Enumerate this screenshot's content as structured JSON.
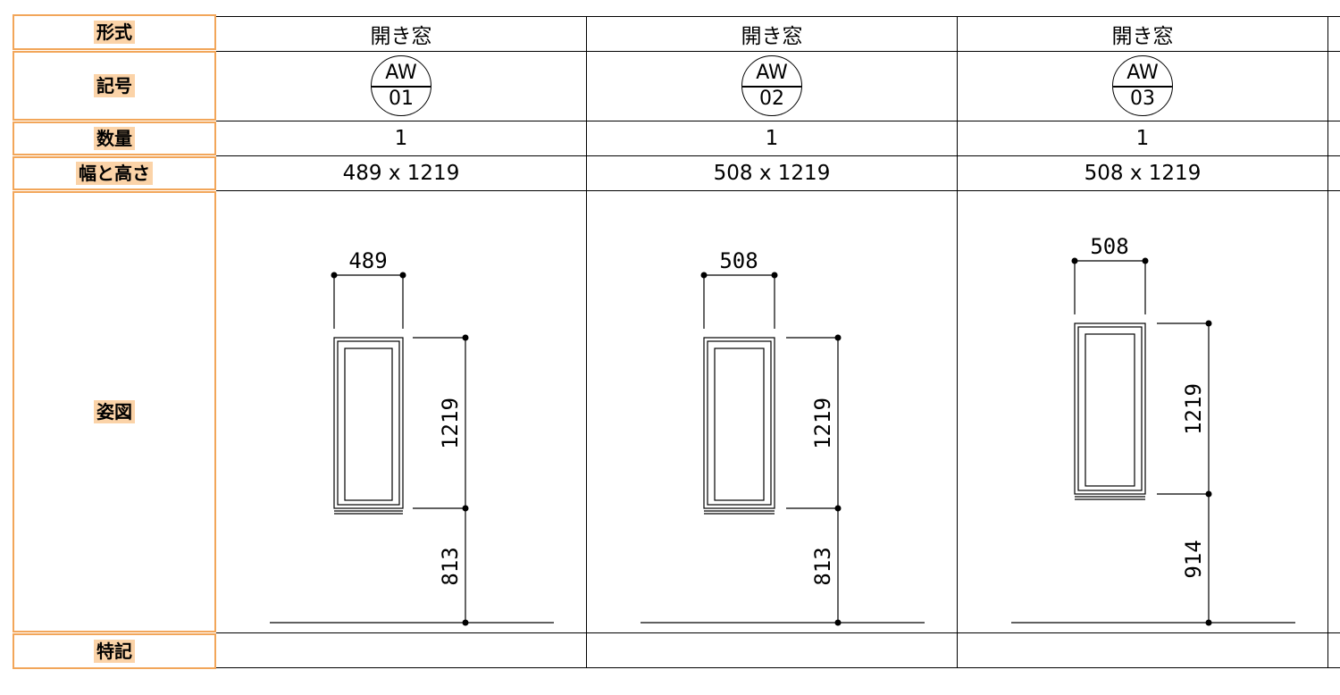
{
  "row_headers": {
    "type": "形式",
    "symbol": "記号",
    "quantity": "数量",
    "size": "幅と高さ",
    "elevation": "姿図",
    "notes": "特記"
  },
  "windows": [
    {
      "type": "開き窓",
      "symbol_top": "AW",
      "symbol_bottom": "01",
      "quantity": "1",
      "size": "489 x 1219",
      "width_dim": "489",
      "height_dim": "1219",
      "sill_dim": "813",
      "notes": ""
    },
    {
      "type": "開き窓",
      "symbol_top": "AW",
      "symbol_bottom": "02",
      "quantity": "1",
      "size": "508 x 1219",
      "width_dim": "508",
      "height_dim": "1219",
      "sill_dim": "813",
      "notes": ""
    },
    {
      "type": "開き窓",
      "symbol_top": "AW",
      "symbol_bottom": "03",
      "quantity": "1",
      "size": "508 x 1219",
      "width_dim": "508",
      "height_dim": "1219",
      "sill_dim": "914",
      "notes": ""
    }
  ],
  "colors": {
    "header_border": "#f2a65a",
    "header_highlight": "#fbd3a8",
    "line": "#000000"
  }
}
